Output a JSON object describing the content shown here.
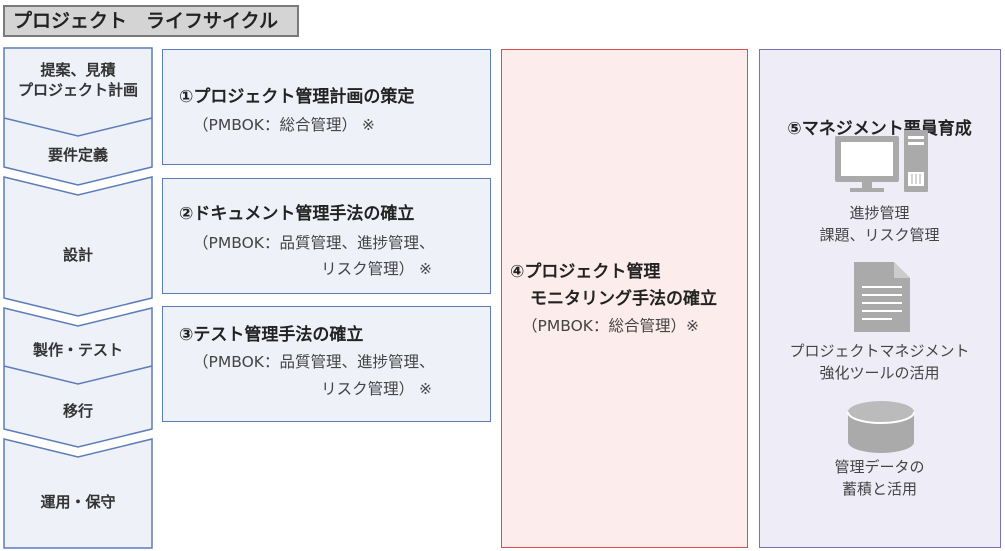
{
  "title": "プロジェクト　ライフサイクル",
  "phases": [
    {
      "line1": "提案、見積",
      "line2": "プロジェクト計画"
    },
    {
      "label": "要件定義"
    },
    {
      "label": "設計"
    },
    {
      "label": "製作・テスト"
    },
    {
      "label": "移行"
    },
    {
      "label": "運用・保守"
    }
  ],
  "item1": {
    "title": "①プロジェクト管理計画の策定",
    "sub": "（PMBOK：総合管理）  ※"
  },
  "item2": {
    "title": "②ドキュメント管理手法の確立",
    "sub1": "（PMBOK：品質管理、進捗管理、",
    "sub2": "リスク管理）  ※"
  },
  "item3": {
    "title": "③テスト管理手法の確立",
    "sub1": "（PMBOK：品質管理、進捗管理、",
    "sub2": "リスク管理）  ※"
  },
  "item4": {
    "title1": "④プロジェクト管理",
    "title2": "モニタリング手法の確立",
    "sub": "（PMBOK：総合管理）※"
  },
  "item5": {
    "title": "⑤マネジメント要員育成",
    "blocks": [
      {
        "icon": "computer-icon",
        "line1": "進捗管理",
        "line2": "課題、リスク管理"
      },
      {
        "icon": "document-icon",
        "line1": "プロジェクトマネジメント",
        "line2": "強化ツールの活用"
      },
      {
        "icon": "database-icon",
        "line1": "管理データの",
        "line2": "蓄積と活用"
      }
    ]
  },
  "colors": {
    "phase_fill": "#eef1f8",
    "phase_stroke": "#5b7dba",
    "blue_box": "#eef1f8",
    "red_box": "#fcecec",
    "purple_box": "#eeecf6",
    "icon_gray": "#aaaaaa"
  }
}
